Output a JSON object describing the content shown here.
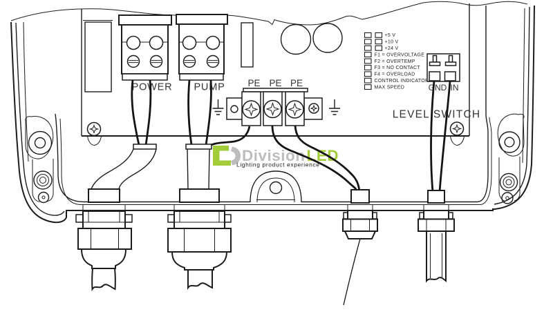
{
  "labels": {
    "power": "POWER",
    "pump": "PUMP",
    "pe": [
      "PE",
      "PE",
      "PE"
    ],
    "gnd": "GND",
    "in": "IN",
    "level_switch": "LEVEL SWITCH"
  },
  "legend": {
    "items": [
      {
        "label": "+5 V",
        "leds": 2
      },
      {
        "label": "+10 V",
        "leds": 2
      },
      {
        "label": "+24 V",
        "leds": 2
      },
      {
        "label": "F1 = OVERVOLTAGE",
        "leds": 1
      },
      {
        "label": "F2 = OVERTEMP",
        "leds": 1
      },
      {
        "label": "F3 = NO CONTACT",
        "leds": 1
      },
      {
        "label": "F4 = OVERLOAD",
        "leds": 1
      },
      {
        "label": "CONTROL INDICATOR",
        "leds": 1
      },
      {
        "label": "MAX SPEED",
        "leds": 1
      }
    ]
  },
  "watermark": {
    "brand_gray": "Division",
    "brand_green": "LED",
    "tagline": "Lighting product experience",
    "color_green": "#a3cc3a",
    "color_gray": "#bdbdbd",
    "color_tagline": "#cfcfcf"
  },
  "colors": {
    "line": "#1c1c1c",
    "wire": "#141414",
    "background": "#ffffff"
  }
}
